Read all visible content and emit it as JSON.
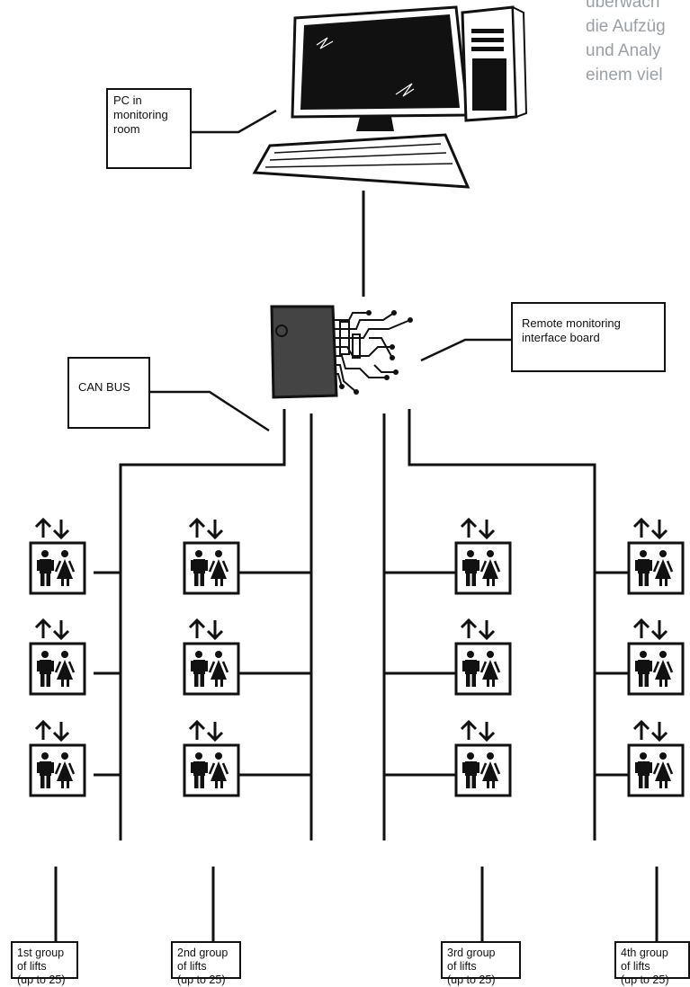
{
  "side_text": [
    "überwach",
    "die Aufzüg",
    "und Analy",
    "einem viel"
  ],
  "labels": {
    "pc": "PC in\nmonitoring\nroom",
    "interface": "Remote monitoring\ninterface board",
    "canbus": "CAN BUS"
  },
  "groups": [
    {
      "label": "1st group\nof lifts\n(up to 25)"
    },
    {
      "label": "2nd group\nof lifts\n(up to 25)"
    },
    {
      "label": "3rd group\nof lifts\n(up to 25)"
    },
    {
      "label": "4th group\nof lifts\n(up to 25)"
    }
  ],
  "lifts_per_group_shown": 3
}
